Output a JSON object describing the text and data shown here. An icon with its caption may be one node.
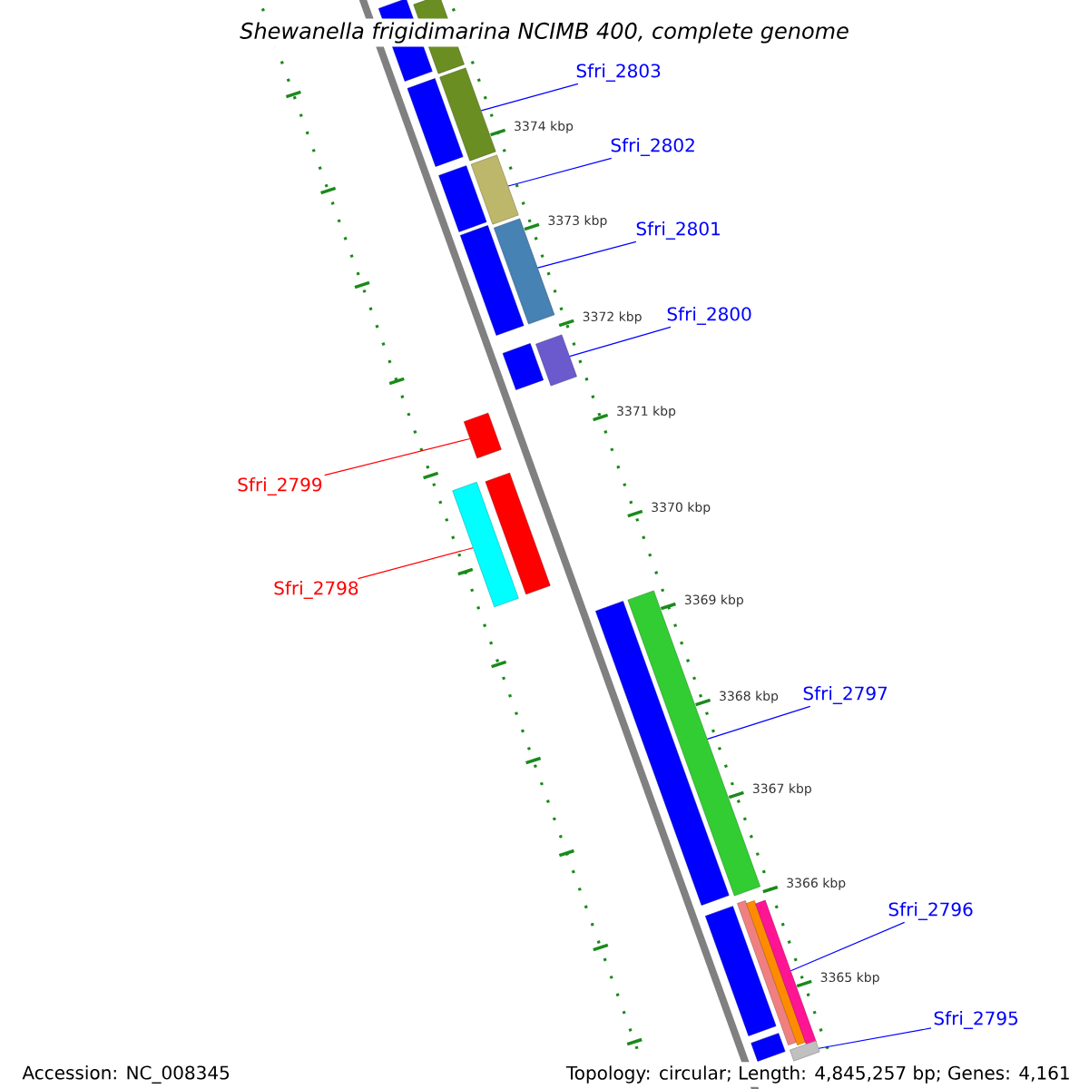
{
  "diagram": {
    "title": "*Shewanella frigidimarina* NCIMB 400, complete genome",
    "nodes": [
      {
        "text": [
          "Sfri_2803"
        ]
      },
      {
        "text": [
          "Sfri_2802"
        ]
      },
      {
        "text": [
          "Sfri_2801"
        ]
      },
      {
        "text": [
          "Sfri_2800"
        ]
      },
      {
        "text": [
          "Sfri_2799"
        ]
      },
      {
        "text": [
          "Sfri_2798"
        ]
      },
      {
        "text": [
          "Sfri_2797"
        ]
      },
      {
        "text": [
          "Sfri_2796"
        ]
      },
      {
        "text": [
          "Sfri_2795"
        ]
      },
      {
        "text": [],
        "shape": "bar"
      },
      {
        "text": [],
        "shape": "bar"
      },
      {
        "text": [],
        "shape": "bar"
      },
      {
        "text": [],
        "shape": "bar"
      },
      {
        "text": [],
        "shape": "bar"
      },
      {
        "text": [],
        "shape": "bar"
      },
      {
        "text": [],
        "shape": "bar"
      },
      {
        "text": [],
        "shape": "bar"
      },
      {
        "text": [],
        "shape": "bar"
      },
      {
        "text": [],
        "shape": "bar"
      },
      {
        "text": [],
        "shape": "bar"
      },
      {
        "text": [],
        "shape": "bar"
      },
      {
        "text": [],
        "shape": "bar"
      },
      {
        "text": [],
        "shape": "bar"
      },
      {
        "text": [],
        "shape": "bar"
      },
      {
        "text": [],
        "shape": "bar"
      },
      {
        "text": [],
        "shape": "bar"
      },
      {
        "text": [],
        "shape": "bar"
      },
      {
        "text": [],
        "shape": "bar"
      },
      {
        "text": [],
        "shape": "bar"
      },
      {
        "text": [],
        "shape": "bar"
      }
    ],
    "edges": [
      {
        "from": 0,
        "to": 11,
        "arrow": "none"
      },
      {
        "from": 1,
        "to": 13,
        "arrow": "none"
      },
      {
        "from": 2,
        "to": 15,
        "arrow": "none"
      },
      {
        "from": 3,
        "to": 17,
        "arrow": "none"
      },
      {
        "from": 4,
        "to": 19,
        "arrow": "none",
        "color": "#ff0000"
      },
      {
        "from": 5,
        "to": 21,
        "arrow": "none",
        "color": "#ff0000"
      },
      {
        "from": 6,
        "to": 22,
        "arrow": "none"
      },
      {
        "from": 7,
        "to": 26,
        "arrow": "none"
      },
      {
        "from": 8,
        "to": 29,
        "arrow": "none"
      }
    ],
    "labels": [
      "3374 kbp",
      "3373 kbp",
      "3372 kbp",
      "3371 kbp",
      "3370 kbp",
      "3369 kbp",
      "3368 kbp",
      "3367 kbp",
      "3366 kbp",
      "3365 kbp",
      "Accession: NC_008345",
      "Topology: circular; Length: 4,845,257 bp; Genes: 4,161"
    ]
  }
}
